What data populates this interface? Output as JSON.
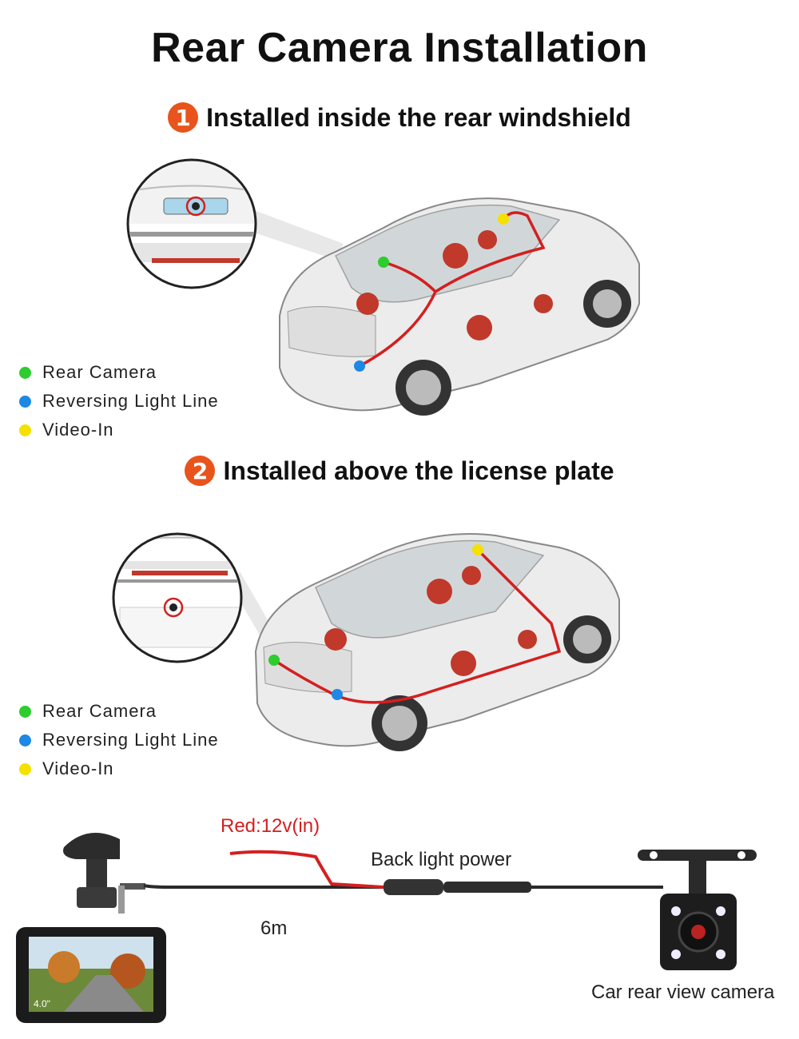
{
  "title": "Rear Camera Installation",
  "sections": [
    {
      "number": "1",
      "heading": "Installed inside the rear windshield"
    },
    {
      "number": "2",
      "heading": "Installed above the license plate"
    }
  ],
  "legend": [
    {
      "label": "Rear Camera",
      "color": "#2ecc2e"
    },
    {
      "label": "Reversing Light Line",
      "color": "#1e88e5"
    },
    {
      "label": "Video-In",
      "color": "#f5e000"
    }
  ],
  "wiring": {
    "red_wire_label": "Red:12v(in)",
    "power_label": "Back light power",
    "length_label": "6m",
    "camera_label": "Car rear view camera",
    "screen_size": "4.0\""
  },
  "colors": {
    "badge": "#e8541b",
    "wire_red": "#d41f1f",
    "cable": "#2a2a2a"
  }
}
